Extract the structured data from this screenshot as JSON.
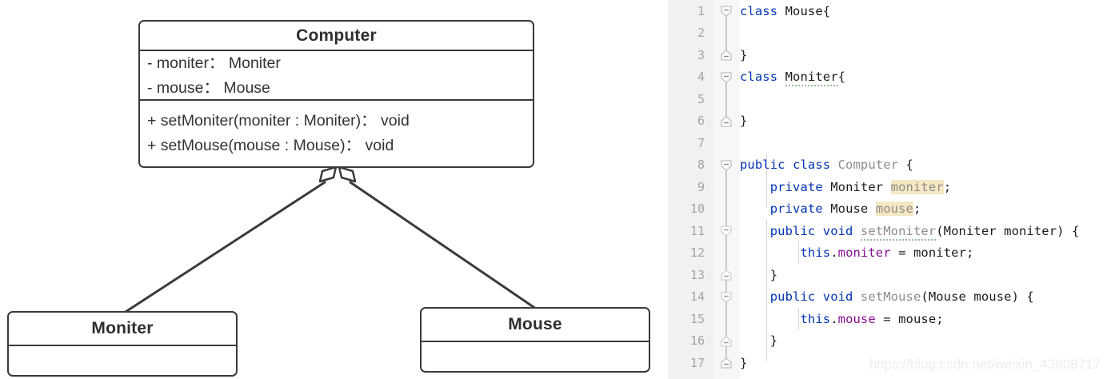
{
  "diagram": {
    "type": "uml-class-diagram",
    "relationship": "aggregation",
    "classes": [
      {
        "id": "computer",
        "name": "Computer",
        "attributes": [
          "- moniter： Moniter",
          "- mouse： Mouse"
        ],
        "operations": [
          "+ setMoniter(moniter : Moniter)： void",
          "+ setMouse(mouse : Mouse)： void"
        ]
      },
      {
        "id": "moniter",
        "name": "Moniter",
        "attributes": [],
        "operations": []
      },
      {
        "id": "mouse",
        "name": "Mouse",
        "attributes": [],
        "operations": []
      }
    ]
  },
  "editor": {
    "language": "java",
    "line_numbers": [
      "1",
      "2",
      "3",
      "4",
      "5",
      "6",
      "7",
      "8",
      "9",
      "10",
      "11",
      "12",
      "13",
      "14",
      "15",
      "16",
      "17"
    ],
    "lines": [
      {
        "n": "1",
        "text": "class Mouse{"
      },
      {
        "n": "2",
        "text": ""
      },
      {
        "n": "3",
        "text": "}"
      },
      {
        "n": "4",
        "text": "class Moniter{"
      },
      {
        "n": "5",
        "text": ""
      },
      {
        "n": "6",
        "text": "}"
      },
      {
        "n": "7",
        "text": ""
      },
      {
        "n": "8",
        "text": "public class Computer {"
      },
      {
        "n": "9",
        "text": "    private Moniter moniter;"
      },
      {
        "n": "10",
        "text": "    private Mouse mouse;"
      },
      {
        "n": "11",
        "text": "    public void setMoniter(Moniter moniter) {"
      },
      {
        "n": "12",
        "text": "        this.moniter = moniter;"
      },
      {
        "n": "13",
        "text": "    }"
      },
      {
        "n": "14",
        "text": "    public void setMouse(Mouse mouse) {"
      },
      {
        "n": "15",
        "text": "        this.mouse = mouse;"
      },
      {
        "n": "16",
        "text": "    }"
      },
      {
        "n": "17",
        "text": "}"
      }
    ],
    "tokens": {
      "kw_class": "class",
      "kw_public": "public",
      "kw_private": "private",
      "kw_void": "void",
      "kw_this": "this",
      "type_mouse": "Mouse",
      "type_moniter": "Moniter",
      "type_computer": "Computer",
      "name_set_moniter": "setMoniter",
      "name_set_mouse": "setMouse",
      "field_moniter": "moniter",
      "field_mouse": "mouse"
    },
    "colors": {
      "keyword": "#0033b3",
      "type": "#8c8c8c",
      "field": "#871094",
      "plain": "#1b1b1b",
      "highlight_bg": "#f5e8c3",
      "gutter_bg": "#f1f1f1",
      "line_number": "#a5a5a5"
    }
  },
  "watermark": {
    "text": "https://blog.csdn.net/weixin_43808717"
  }
}
